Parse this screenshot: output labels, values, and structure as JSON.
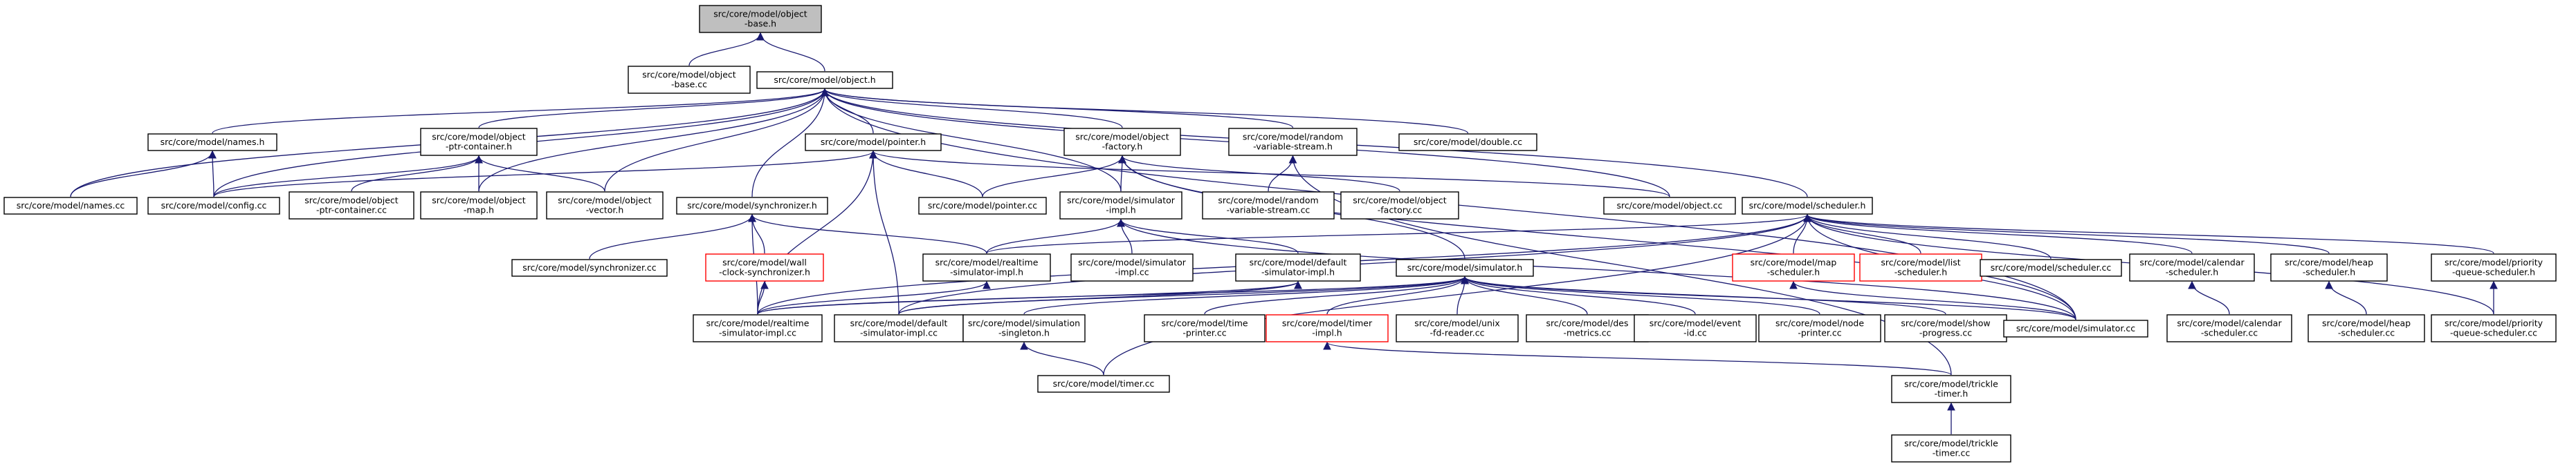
{
  "graph": {
    "colors": {
      "edge": "#191970",
      "root_fill": "#bfbfbf",
      "missing_border": "#ff0000"
    },
    "nodes": {
      "object-base-h": {
        "lines": [
          "src/core/model/object",
          "-base.h"
        ],
        "root": true
      },
      "object-base-cc": {
        "lines": [
          "src/core/model/object",
          "-base.cc"
        ]
      },
      "object-h": {
        "lines": [
          "src/core/model/object.h"
        ]
      },
      "names-h": {
        "lines": [
          "src/core/model/names.h"
        ]
      },
      "object-ptr-container-h": {
        "lines": [
          "src/core/model/object",
          "-ptr-container.h"
        ]
      },
      "pointer-h": {
        "lines": [
          "src/core/model/pointer.h"
        ]
      },
      "object-factory-h": {
        "lines": [
          "src/core/model/object",
          "-factory.h"
        ]
      },
      "random-variable-stream-h": {
        "lines": [
          "src/core/model/random",
          "-variable-stream.h"
        ]
      },
      "double-cc": {
        "lines": [
          "src/core/model/double.cc"
        ]
      },
      "names-cc": {
        "lines": [
          "src/core/model/names.cc"
        ]
      },
      "config-cc": {
        "lines": [
          "src/core/model/config.cc"
        ]
      },
      "object-ptr-container-cc": {
        "lines": [
          "src/core/model/object",
          "-ptr-container.cc"
        ]
      },
      "object-map-h": {
        "lines": [
          "src/core/model/object",
          "-map.h"
        ]
      },
      "object-vector-h": {
        "lines": [
          "src/core/model/object",
          "-vector.h"
        ]
      },
      "pointer-cc": {
        "lines": [
          "src/core/model/pointer.cc"
        ]
      },
      "random-variable-stream-cc": {
        "lines": [
          "src/core/model/random",
          "-variable-stream.cc"
        ]
      },
      "object-factory-cc": {
        "lines": [
          "src/core/model/object",
          "-factory.cc"
        ]
      },
      "object-cc": {
        "lines": [
          "src/core/model/object.cc"
        ]
      },
      "synchronizer-h": {
        "lines": [
          "src/core/model/synchronizer.h"
        ]
      },
      "simulator-impl-h": {
        "lines": [
          "src/core/model/simulator",
          "-impl.h"
        ]
      },
      "scheduler-h": {
        "lines": [
          "src/core/model/scheduler.h"
        ]
      },
      "synchronizer-cc": {
        "lines": [
          "src/core/model/synchronizer.cc"
        ]
      },
      "wall-clock-synchronizer-h": {
        "lines": [
          "src/core/model/wall",
          "-clock-synchronizer.h"
        ],
        "red": true
      },
      "realtime-simulator-impl-h": {
        "lines": [
          "src/core/model/realtime",
          "-simulator-impl.h"
        ]
      },
      "simulator-impl-cc": {
        "lines": [
          "src/core/model/simulator",
          "-impl.cc"
        ]
      },
      "default-simulator-impl-h": {
        "lines": [
          "src/core/model/default",
          "-simulator-impl.h"
        ]
      },
      "simulator-h": {
        "lines": [
          "src/core/model/simulator.h"
        ]
      },
      "map-scheduler-h": {
        "lines": [
          "src/core/model/map",
          "-scheduler.h"
        ],
        "red": true
      },
      "list-scheduler-h": {
        "lines": [
          "src/core/model/list",
          "-scheduler.h"
        ],
        "red": true
      },
      "scheduler-cc": {
        "lines": [
          "src/core/model/scheduler.cc"
        ]
      },
      "calendar-scheduler-h": {
        "lines": [
          "src/core/model/calendar",
          "-scheduler.h"
        ]
      },
      "heap-scheduler-h": {
        "lines": [
          "src/core/model/heap",
          "-scheduler.h"
        ]
      },
      "priority-queue-scheduler-h": {
        "lines": [
          "src/core/model/priority",
          "-queue-scheduler.h"
        ]
      },
      "realtime-simulator-impl-cc": {
        "lines": [
          "src/core/model/realtime",
          "-simulator-impl.cc"
        ]
      },
      "default-simulator-impl-cc": {
        "lines": [
          "src/core/model/default",
          "-simulator-impl.cc"
        ]
      },
      "simulation-singleton-h": {
        "lines": [
          "src/core/model/simulation",
          "-singleton.h"
        ]
      },
      "time-printer-cc": {
        "lines": [
          "src/core/model/time",
          "-printer.cc"
        ]
      },
      "timer-impl-h": {
        "lines": [
          "src/core/model/timer",
          "-impl.h"
        ],
        "red": true
      },
      "unix-fd-reader-cc": {
        "lines": [
          "src/core/model/unix",
          "-fd-reader.cc"
        ]
      },
      "des-metrics-cc": {
        "lines": [
          "src/core/model/des",
          "-metrics.cc"
        ]
      },
      "event-id-cc": {
        "lines": [
          "src/core/model/event",
          "-id.cc"
        ]
      },
      "node-printer-cc": {
        "lines": [
          "src/core/model/node",
          "-printer.cc"
        ]
      },
      "show-progress-cc": {
        "lines": [
          "src/core/model/show",
          "-progress.cc"
        ]
      },
      "simulator-cc": {
        "lines": [
          "src/core/model/simulator.cc"
        ]
      },
      "calendar-scheduler-cc": {
        "lines": [
          "src/core/model/calendar",
          "-scheduler.cc"
        ]
      },
      "heap-scheduler-cc": {
        "lines": [
          "src/core/model/heap",
          "-scheduler.cc"
        ]
      },
      "priority-queue-scheduler-cc": {
        "lines": [
          "src/core/model/priority",
          "-queue-scheduler.cc"
        ]
      },
      "timer-cc": {
        "lines": [
          "src/core/model/timer.cc"
        ]
      },
      "trickle-timer-h": {
        "lines": [
          "src/core/model/trickle",
          "-timer.h"
        ]
      },
      "trickle-timer-cc": {
        "lines": [
          "src/core/model/trickle",
          "-timer.cc"
        ]
      }
    },
    "edges": [
      [
        "object-base-h",
        "object-base-cc"
      ],
      [
        "object-base-h",
        "object-h"
      ],
      [
        "object-h",
        "names-h"
      ],
      [
        "object-h",
        "object-ptr-container-h"
      ],
      [
        "object-h",
        "pointer-h"
      ],
      [
        "object-h",
        "object-factory-h"
      ],
      [
        "object-h",
        "random-variable-stream-h"
      ],
      [
        "object-h",
        "double-cc"
      ],
      [
        "object-h",
        "names-cc"
      ],
      [
        "object-h",
        "config-cc"
      ],
      [
        "object-h",
        "object-map-h"
      ],
      [
        "object-h",
        "object-vector-h"
      ],
      [
        "object-h",
        "synchronizer-h"
      ],
      [
        "object-h",
        "simulator-impl-h"
      ],
      [
        "object-h",
        "scheduler-h"
      ],
      [
        "object-h",
        "object-cc"
      ],
      [
        "object-h",
        "simulator-cc"
      ],
      [
        "names-h",
        "names-cc"
      ],
      [
        "names-h",
        "config-cc"
      ],
      [
        "object-ptr-container-h",
        "config-cc"
      ],
      [
        "object-ptr-container-h",
        "object-ptr-container-cc"
      ],
      [
        "object-ptr-container-h",
        "object-map-h"
      ],
      [
        "object-ptr-container-h",
        "object-vector-h"
      ],
      [
        "pointer-h",
        "config-cc"
      ],
      [
        "pointer-h",
        "pointer-cc"
      ],
      [
        "pointer-h",
        "object-cc"
      ],
      [
        "pointer-h",
        "realtime-simulator-impl-cc"
      ],
      [
        "pointer-h",
        "default-simulator-impl-cc"
      ],
      [
        "object-factory-h",
        "pointer-cc"
      ],
      [
        "object-factory-h",
        "simulator-impl-h"
      ],
      [
        "object-factory-h",
        "object-factory-cc"
      ],
      [
        "object-factory-h",
        "simulator-h"
      ],
      [
        "object-factory-h",
        "simulator-cc"
      ],
      [
        "random-variable-stream-h",
        "random-variable-stream-cc"
      ],
      [
        "random-variable-stream-h",
        "trickle-timer-h"
      ],
      [
        "synchronizer-h",
        "synchronizer-cc"
      ],
      [
        "synchronizer-h",
        "wall-clock-synchronizer-h"
      ],
      [
        "synchronizer-h",
        "realtime-simulator-impl-h"
      ],
      [
        "synchronizer-h",
        "realtime-simulator-impl-cc"
      ],
      [
        "wall-clock-synchronizer-h",
        "realtime-simulator-impl-cc"
      ],
      [
        "simulator-impl-h",
        "realtime-simulator-impl-h"
      ],
      [
        "simulator-impl-h",
        "simulator-impl-cc"
      ],
      [
        "simulator-impl-h",
        "default-simulator-impl-h"
      ],
      [
        "simulator-impl-h",
        "simulator-cc"
      ],
      [
        "realtime-simulator-impl-h",
        "realtime-simulator-impl-cc"
      ],
      [
        "default-simulator-impl-h",
        "default-simulator-impl-cc"
      ],
      [
        "default-simulator-impl-h",
        "realtime-simulator-impl-cc"
      ],
      [
        "scheduler-h",
        "map-scheduler-h"
      ],
      [
        "scheduler-h",
        "list-scheduler-h"
      ],
      [
        "scheduler-h",
        "scheduler-cc"
      ],
      [
        "scheduler-h",
        "calendar-scheduler-h"
      ],
      [
        "scheduler-h",
        "heap-scheduler-h"
      ],
      [
        "scheduler-h",
        "priority-queue-scheduler-h"
      ],
      [
        "scheduler-h",
        "realtime-simulator-impl-h"
      ],
      [
        "scheduler-h",
        "default-simulator-impl-cc"
      ],
      [
        "scheduler-h",
        "realtime-simulator-impl-cc"
      ],
      [
        "scheduler-h",
        "simulator-cc"
      ],
      [
        "scheduler-h",
        "priority-queue-scheduler-cc"
      ],
      [
        "scheduler-h",
        "timer-cc"
      ],
      [
        "map-scheduler-h",
        "simulator-cc"
      ],
      [
        "calendar-scheduler-h",
        "calendar-scheduler-cc"
      ],
      [
        "heap-scheduler-h",
        "heap-scheduler-cc"
      ],
      [
        "priority-queue-scheduler-h",
        "priority-queue-scheduler-cc"
      ],
      [
        "simulator-h",
        "realtime-simulator-impl-cc"
      ],
      [
        "simulator-h",
        "default-simulator-impl-cc"
      ],
      [
        "simulator-h",
        "simulation-singleton-h"
      ],
      [
        "simulator-h",
        "time-printer-cc"
      ],
      [
        "simulator-h",
        "timer-impl-h"
      ],
      [
        "simulator-h",
        "unix-fd-reader-cc"
      ],
      [
        "simulator-h",
        "des-metrics-cc"
      ],
      [
        "simulator-h",
        "event-id-cc"
      ],
      [
        "simulator-h",
        "node-printer-cc"
      ],
      [
        "simulator-h",
        "show-progress-cc"
      ],
      [
        "simulator-h",
        "simulator-cc"
      ],
      [
        "simulation-singleton-h",
        "timer-cc"
      ],
      [
        "timer-impl-h",
        "trickle-timer-h"
      ],
      [
        "trickle-timer-h",
        "trickle-timer-cc"
      ]
    ]
  }
}
